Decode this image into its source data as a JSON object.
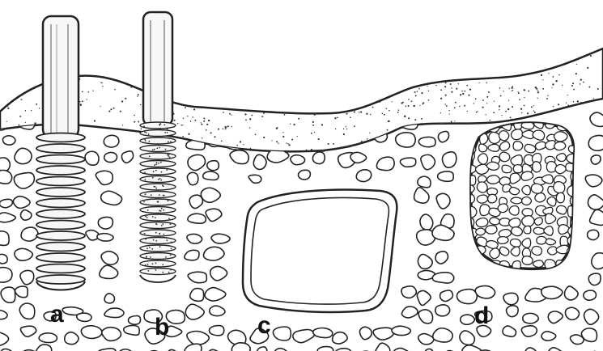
{
  "labels": {
    "a": "a",
    "b": "b",
    "c": "c",
    "d": "d"
  },
  "colors": {
    "ink": "#222222",
    "background": "#ffffff",
    "implant_fill": "#f7f7f7"
  }
}
